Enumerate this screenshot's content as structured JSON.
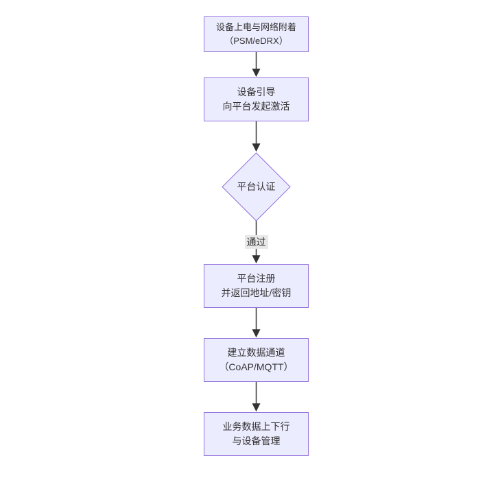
{
  "diagram": {
    "nodes": {
      "power_attach": {
        "line1": "设备上电与网络附着",
        "line2": "（PSM/eDRX）"
      },
      "bootstrap": {
        "line1": "设备引导",
        "line2": "向平台发起激活"
      },
      "auth": {
        "label": "平台认证"
      },
      "register": {
        "line1": "平台注册",
        "line2": "并返回地址/密钥"
      },
      "channel": {
        "line1": "建立数据通道",
        "line2": "（CoAP/MQTT）"
      },
      "business": {
        "line1": "业务数据上下行",
        "line2": "与设备管理"
      }
    },
    "edges": {
      "pass_label": "通过"
    },
    "colors": {
      "node_fill": "#ECECFF",
      "node_border": "#9370DB",
      "edge": "#333333",
      "edge_label_bg": "#e8e8e8",
      "text": "#333333"
    }
  }
}
